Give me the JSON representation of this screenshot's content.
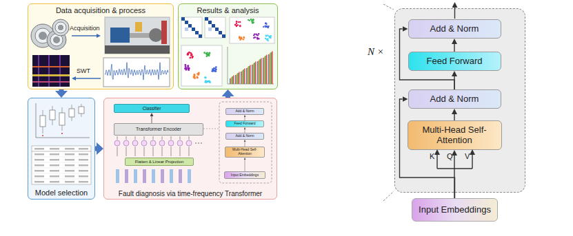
{
  "diagram": {
    "nodes": [
      {
        "text": [
          "Data acquisition & process"
        ]
      },
      {
        "text": [
          "Results & analysis"
        ]
      },
      {
        "text": [
          "Model selection"
        ]
      },
      {
        "text": [
          "Fault diagnosis via time-frequency Transformer"
        ]
      },
      {
        "text": [
          "Classifier"
        ],
        "in": 3
      },
      {
        "text": [
          "Transformer Encoder"
        ],
        "in": 3
      },
      {
        "text": [
          "Flatten & Linear Projection"
        ],
        "in": 3
      },
      {
        "text": [
          "Add & Norm"
        ],
        "in": 3
      },
      {
        "text": [
          "Feed Forward"
        ],
        "in": 3
      },
      {
        "text": [
          "Add & Norm"
        ],
        "in": 3
      },
      {
        "text": [
          "Multi-Head Self-Attention"
        ],
        "in": 3
      },
      {
        "text": [
          "Input Embeddings"
        ],
        "in": 3
      },
      {
        "text": [
          "N ×"
        ]
      },
      {
        "text": [
          "Add & Norm"
        ],
        "in": 12
      },
      {
        "text": [
          "Feed Forward"
        ],
        "in": 12
      },
      {
        "text": [
          "Add & Norm"
        ],
        "in": 12
      },
      {
        "text": [
          "Multi-Head Self-Attention"
        ],
        "in": 12
      },
      {
        "text": [
          "Input Embeddings"
        ]
      }
    ],
    "edges": [
      {
        "from": 0,
        "to": 2,
        "arrow": "to"
      },
      {
        "from": 2,
        "to": 3,
        "arrow": "to"
      },
      {
        "from": 3,
        "to": 1,
        "arrow": "to"
      },
      {
        "from": 5,
        "to": 4,
        "arrow": "to"
      },
      {
        "from": 11,
        "to": 10,
        "arrow": "to"
      },
      {
        "from": 10,
        "to": 9,
        "arrow": "to"
      },
      {
        "from": 9,
        "to": 8,
        "arrow": "to"
      },
      {
        "from": 8,
        "to": 7,
        "arrow": "to"
      },
      {
        "from": 17,
        "to": 16,
        "arrow": "to"
      },
      {
        "from": 16,
        "to": 15,
        "arrow": "to"
      },
      {
        "from": 15,
        "to": 14,
        "arrow": "to"
      },
      {
        "from": 14,
        "to": 13,
        "arrow": "to"
      },
      {
        "from": 17,
        "to": 15,
        "arrow": "to"
      },
      {
        "from": 15,
        "to": 13,
        "arrow": "to"
      }
    ],
    "labels": [
      "Acquisition",
      "SWT",
      "K",
      "Q",
      "V"
    ]
  }
}
